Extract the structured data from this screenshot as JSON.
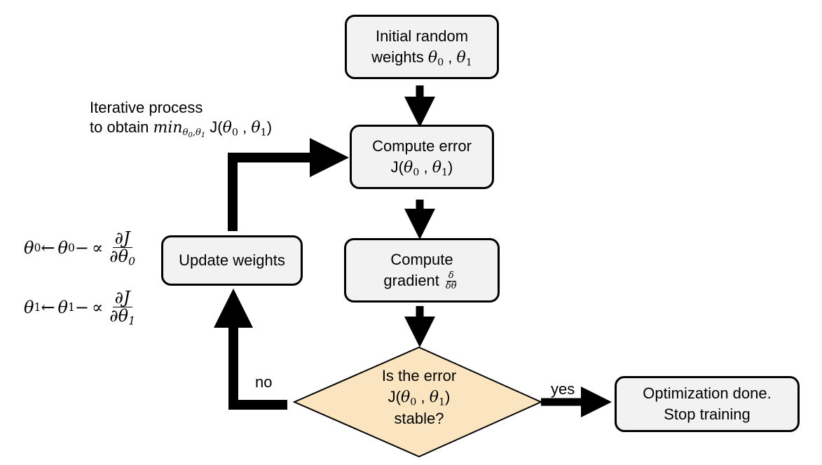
{
  "nodes": {
    "init": {
      "line1": "Initial random",
      "line2": "weights"
    },
    "compute_error": {
      "line1": "Compute error",
      "fn": "J"
    },
    "compute_gradient": {
      "line1": "Compute",
      "line2": "gradient",
      "num": "δ",
      "den": "δθ"
    },
    "decision": {
      "line1": "Is the error",
      "fn": "J",
      "line3": "stable?"
    },
    "update": {
      "label": "Update weights"
    },
    "done": {
      "line1": "Optimization done.",
      "line2": "Stop training"
    }
  },
  "labels": {
    "iterative_line1": "Iterative process",
    "iterative_line2": "to obtain",
    "iterative_min": "min",
    "no": "no",
    "yes": "yes"
  },
  "math": {
    "theta": "θ",
    "sub0": "0",
    "sub1": "1",
    "comma": ",",
    "lparen": "(",
    "rparen": ")",
    "arrow": "←",
    "minus": "−",
    "propto": "∝",
    "partial_J": "∂J",
    "partial_theta": "∂θ"
  },
  "colors": {
    "box_fill": "#f2f2f2",
    "decision_fill": "#fbe5c0",
    "stroke": "#000000"
  }
}
